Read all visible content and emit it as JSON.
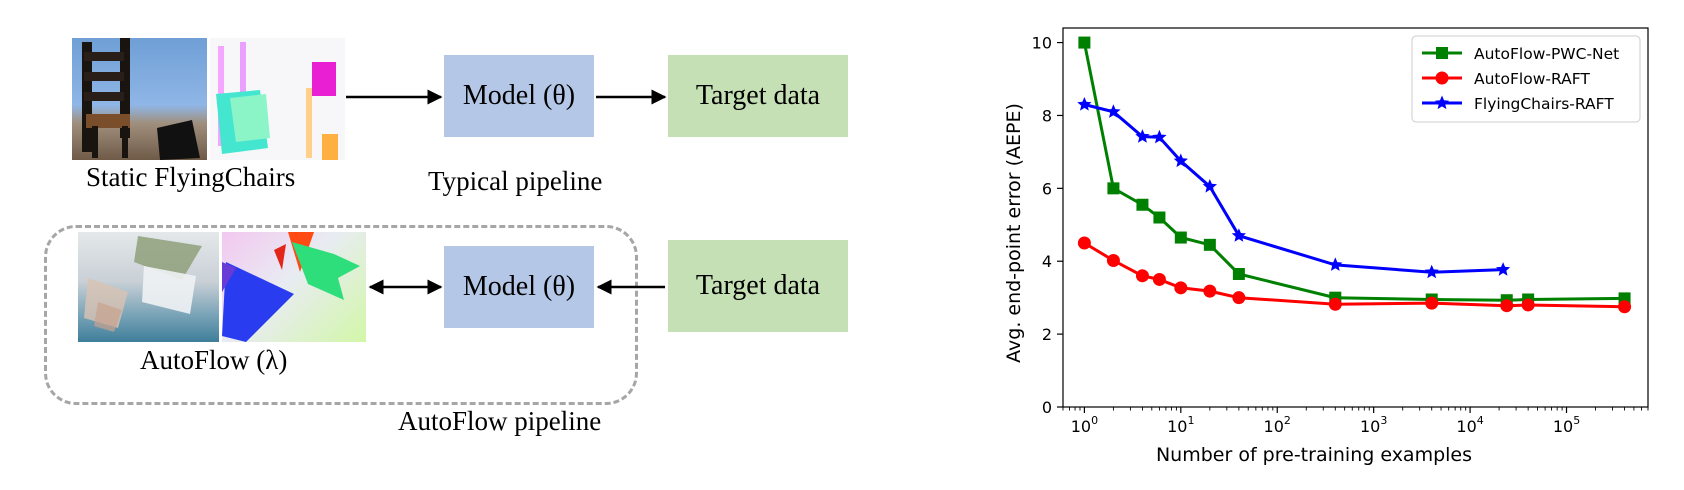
{
  "pipeline": {
    "typical": {
      "source_label": "Static FlyingChairs",
      "model_label": "Model (θ)",
      "target_label": "Target data",
      "caption": "Typical pipeline"
    },
    "autoflow": {
      "source_label": "AutoFlow (λ)",
      "model_label": "Model (θ)",
      "target_label": "Target data",
      "caption": "AutoFlow pipeline"
    },
    "colors": {
      "model_box": "#b4c7e7",
      "target_box": "#c5e0b4",
      "dashed_border": "#a6a6a6"
    }
  },
  "chart_data": {
    "type": "line",
    "xlabel": "Number of pre-training examples",
    "ylabel": "Avg. end-point error (AEPE)",
    "xscale": "log",
    "xlim": [
      0.6,
      700000
    ],
    "ylim": [
      0,
      10.4
    ],
    "yticks": [
      0,
      2,
      4,
      6,
      8,
      10
    ],
    "xtick_labels": [
      "10^0",
      "10^1",
      "10^2",
      "10^3",
      "10^4",
      "10^5"
    ],
    "grid": false,
    "legend_loc": "upper right",
    "series": [
      {
        "name": "AutoFlow-PWC-Net",
        "color": "#008000",
        "marker": "square",
        "x": [
          1,
          2,
          4,
          6,
          10,
          20,
          40,
          400,
          4000,
          24000,
          40000,
          400000
        ],
        "y": [
          10.0,
          6.0,
          5.55,
          5.2,
          4.65,
          4.45,
          3.65,
          3.0,
          2.95,
          2.93,
          2.95,
          2.98
        ]
      },
      {
        "name": "AutoFlow-RAFT",
        "color": "#ff0000",
        "marker": "circle",
        "x": [
          1,
          2,
          4,
          6,
          10,
          20,
          40,
          400,
          4000,
          24000,
          40000,
          400000
        ],
        "y": [
          4.5,
          4.02,
          3.6,
          3.5,
          3.27,
          3.18,
          3.0,
          2.82,
          2.85,
          2.78,
          2.8,
          2.75
        ]
      },
      {
        "name": "FlyingChairs-RAFT",
        "color": "#0000ff",
        "marker": "star",
        "x": [
          1,
          2,
          4,
          6,
          10,
          20,
          40,
          400,
          4000,
          22000
        ],
        "y": [
          8.3,
          8.1,
          7.42,
          7.4,
          6.75,
          6.05,
          4.7,
          3.9,
          3.7,
          3.77
        ]
      }
    ]
  }
}
